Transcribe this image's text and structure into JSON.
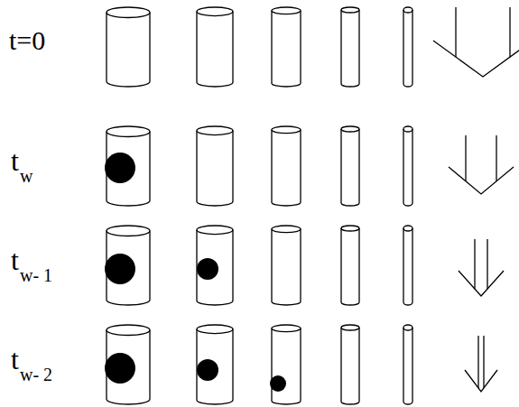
{
  "diagram": {
    "labels": [
      "t=0",
      "t",
      "w",
      "t",
      "w- 1",
      "t",
      "w- 2"
    ]
  }
}
